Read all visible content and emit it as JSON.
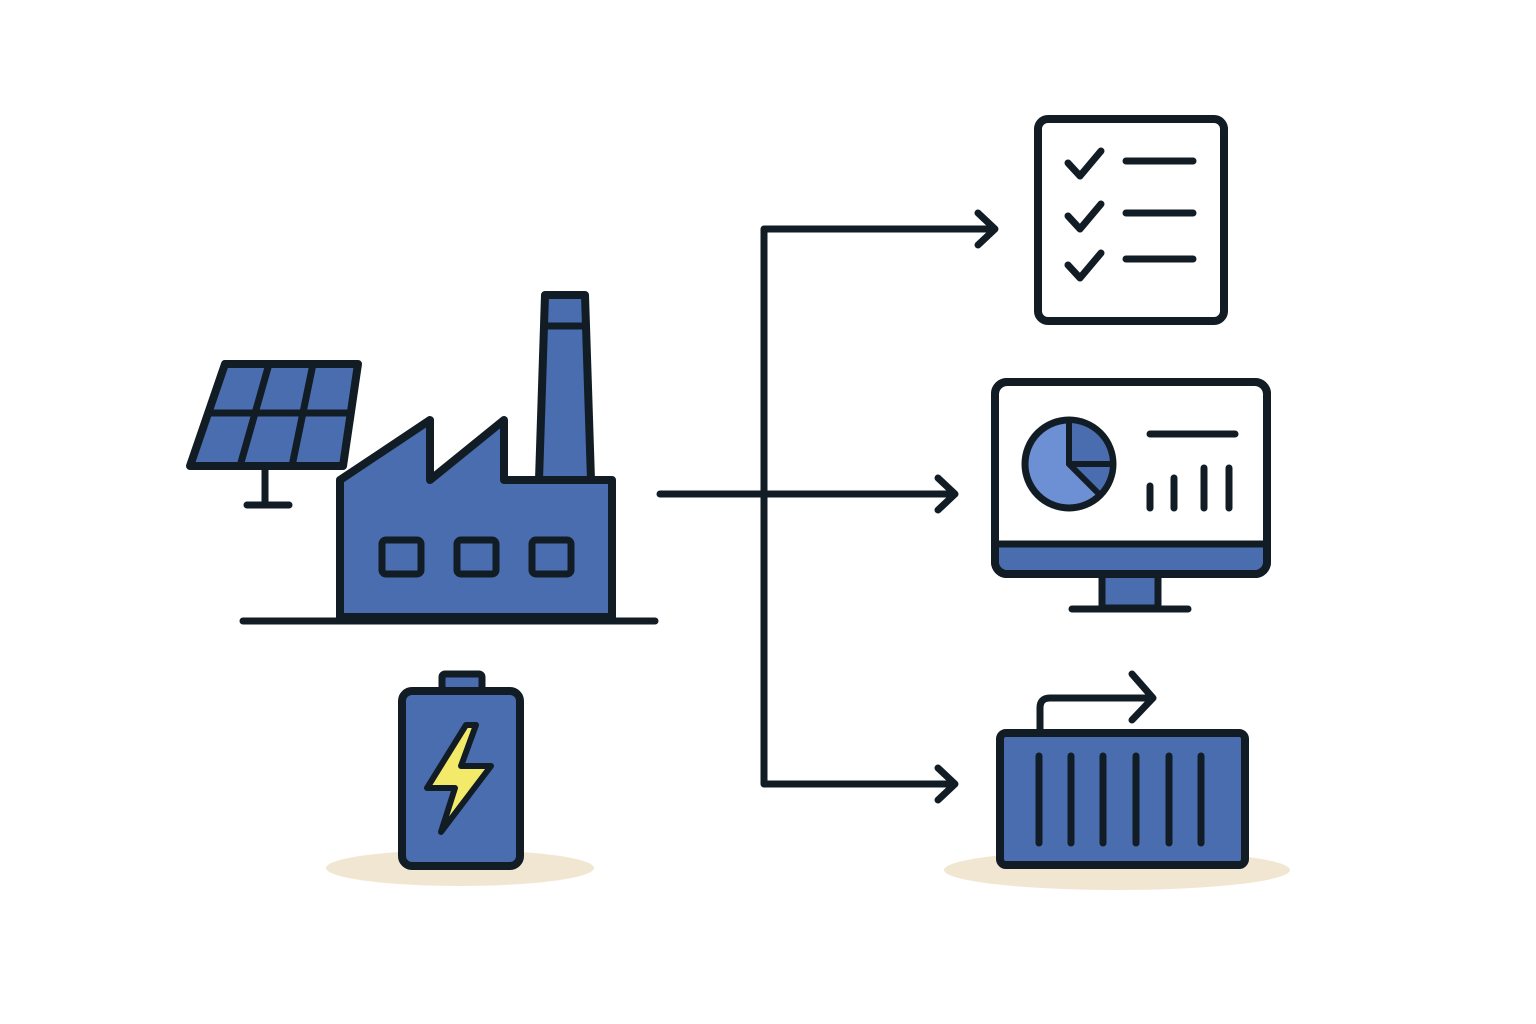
{
  "diagram": {
    "nodes": [
      {
        "id": "solar-panel",
        "icon": "solar-panel-icon",
        "role": "source"
      },
      {
        "id": "factory",
        "icon": "factory-icon",
        "role": "source"
      },
      {
        "id": "battery",
        "icon": "battery-icon",
        "role": "source"
      },
      {
        "id": "checklist",
        "icon": "checklist-icon",
        "role": "output"
      },
      {
        "id": "monitor-dashboard",
        "icon": "monitor-dashboard-icon",
        "role": "output"
      },
      {
        "id": "shipping-container",
        "icon": "shipping-container-icon",
        "role": "output"
      }
    ],
    "edges": [
      {
        "from": "factory",
        "to": "checklist"
      },
      {
        "from": "factory",
        "to": "monitor-dashboard"
      },
      {
        "from": "factory",
        "to": "shipping-container"
      }
    ]
  },
  "colors": {
    "stroke": "#111c24",
    "fill_blue": "#4a6daf",
    "fill_light_blue": "#6d8fd3",
    "bolt_yellow": "#f4ea6a",
    "shadow_beige": "#f1e6d2",
    "background": "#ffffff"
  }
}
